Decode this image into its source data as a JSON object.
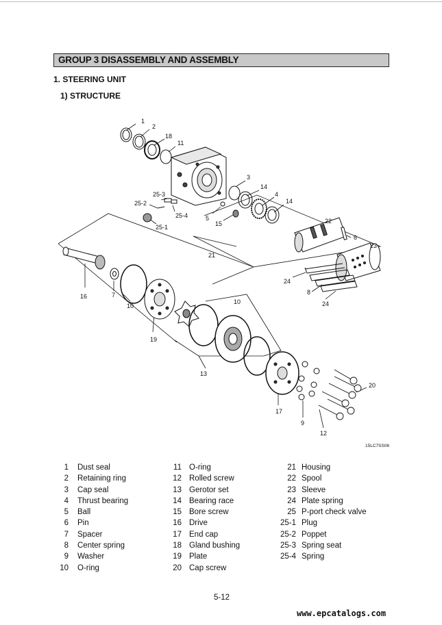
{
  "group_title": "GROUP 3 DISASSEMBLY AND ASSEMBLY",
  "section_title": "1. STEERING UNIT",
  "subsection_title": "1) STRUCTURE",
  "figure_code": "15LC7SS06",
  "callouts": {
    "c1": "1",
    "c2": "2",
    "c18": "18",
    "c11": "11",
    "c3": "3",
    "c14a": "14",
    "c4": "4",
    "c14b": "14",
    "c25_3": "25-3",
    "c25_2": "25-2",
    "c25_4": "25-4",
    "c25_1": "25-1",
    "c5": "5",
    "c15": "15",
    "c22": "22",
    "c6": "6",
    "c23": "23",
    "c21": "21",
    "c24a": "24",
    "c8": "8",
    "c24b": "24",
    "c16": "16",
    "c7": "7",
    "c10b": "10",
    "c19": "19",
    "c10a": "10",
    "c13": "13",
    "c17": "17",
    "c9": "9",
    "c12": "12",
    "c20": "20"
  },
  "legend_columns": [
    [
      {
        "num": "1",
        "name": "Dust seal"
      },
      {
        "num": "2",
        "name": "Retaining ring"
      },
      {
        "num": "3",
        "name": "Cap seal"
      },
      {
        "num": "4",
        "name": "Thrust bearing"
      },
      {
        "num": "5",
        "name": "Ball"
      },
      {
        "num": "6",
        "name": "Pin"
      },
      {
        "num": "7",
        "name": "Spacer"
      },
      {
        "num": "8",
        "name": "Center spring"
      },
      {
        "num": "9",
        "name": "Washer"
      },
      {
        "num": "10",
        "name": "O-ring"
      }
    ],
    [
      {
        "num": "11",
        "name": "O-ring"
      },
      {
        "num": "12",
        "name": "Rolled screw"
      },
      {
        "num": "13",
        "name": "Gerotor set"
      },
      {
        "num": "14",
        "name": "Bearing race"
      },
      {
        "num": "15",
        "name": "Bore screw"
      },
      {
        "num": "16",
        "name": "Drive"
      },
      {
        "num": "17",
        "name": "End cap"
      },
      {
        "num": "18",
        "name": "Gland bushing"
      },
      {
        "num": "19",
        "name": "Plate"
      },
      {
        "num": "20",
        "name": "Cap screw"
      }
    ],
    [
      {
        "num": "21",
        "name": "Housing"
      },
      {
        "num": "22",
        "name": "Spool"
      },
      {
        "num": "23",
        "name": "Sleeve"
      },
      {
        "num": "24",
        "name": "Plate spring"
      },
      {
        "num": "25",
        "name": "P-port check valve"
      },
      {
        "num": "25-1",
        "name": "Plug"
      },
      {
        "num": "25-2",
        "name": "Poppet"
      },
      {
        "num": "25-3",
        "name": "Spring seat"
      },
      {
        "num": "25-4",
        "name": "Spring"
      }
    ]
  ],
  "page_number": "5-12",
  "watermark": "www.epcatalogs.com"
}
